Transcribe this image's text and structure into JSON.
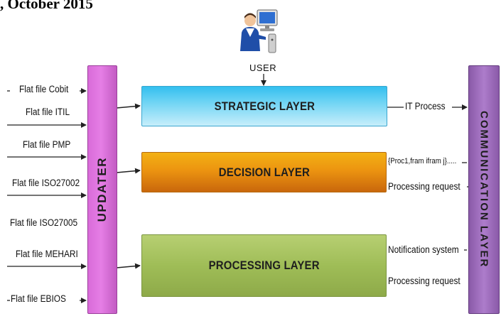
{
  "header": {
    "text": ", October 2015"
  },
  "user": {
    "label": "USER"
  },
  "updater": {
    "label": "UPDATER"
  },
  "communication": {
    "label": "COMMUNICATION LAYER"
  },
  "layers": {
    "strategic": "STRATEGIC LAYER",
    "decision": "DECISION LAYER",
    "processing": "PROCESSING LAYER"
  },
  "inputs": [
    "Flat file Cobit",
    "Flat file ITIL",
    "Flat file PMP",
    "Flat file ISO27002",
    "Flat file ISO27005",
    "Flat file MEHARI",
    "Flat file EBIOS"
  ],
  "outputs": {
    "it_process": "IT Process",
    "proc_list": "{Proc1,fram ifram j}.....",
    "decision_request": "Processing request",
    "notification": "Notification system",
    "processing_request": "Processing request"
  }
}
